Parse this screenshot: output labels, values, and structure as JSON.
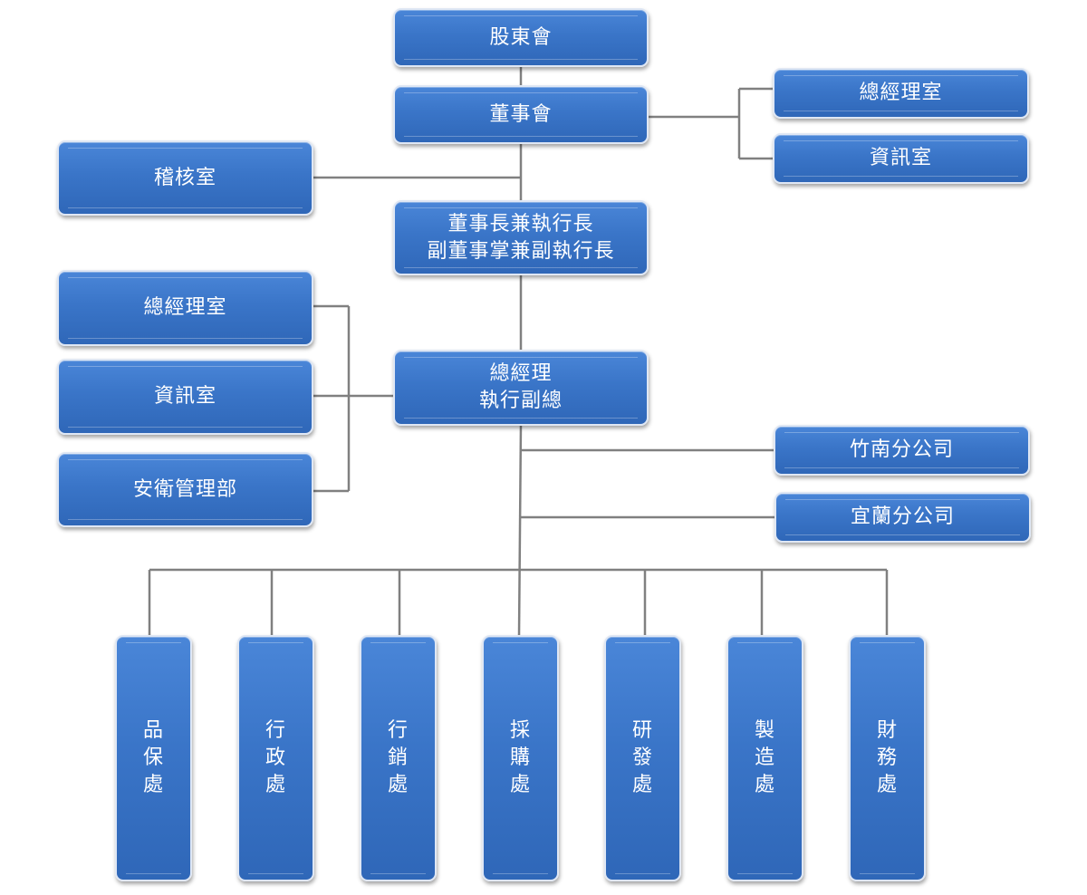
{
  "nodes": {
    "shareholders": "股東會",
    "board": "董事會",
    "board_gm_office": "總經理室",
    "board_it_office": "資訊室",
    "audit_office": "稽核室",
    "chairman_line1": "董事長兼執行長",
    "chairman_line2": "副董事掌兼副執行長",
    "gm_office": "總經理室",
    "it_office": "資訊室",
    "safety_dept": "安衛管理部",
    "gm_line1": "總經理",
    "gm_line2": "執行副總",
    "zhunan_branch": "竹南分公司",
    "yilan_branch": "宜蘭分公司"
  },
  "departments": [
    {
      "key": "qa",
      "chars": [
        "品",
        "保",
        "處"
      ]
    },
    {
      "key": "admin",
      "chars": [
        "行",
        "政",
        "處"
      ]
    },
    {
      "key": "marketing",
      "chars": [
        "行",
        "銷",
        "處"
      ]
    },
    {
      "key": "purchasing",
      "chars": [
        "採",
        "購",
        "處"
      ]
    },
    {
      "key": "rnd",
      "chars": [
        "研",
        "發",
        "處"
      ]
    },
    {
      "key": "manufacturing",
      "chars": [
        "製",
        "造",
        "處"
      ]
    },
    {
      "key": "finance",
      "chars": [
        "財",
        "務",
        "處"
      ]
    }
  ],
  "colors": {
    "box_fill": "#3a75c8",
    "connector": "#808080"
  }
}
